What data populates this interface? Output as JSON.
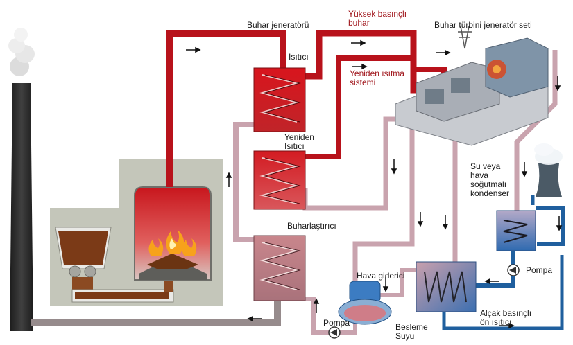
{
  "labels": {
    "steam_generator": "Buhar jeneratörü",
    "high_pressure_steam": "Yüksek basınçlı\nbuhar",
    "turbine_set": "Buhar türbini jeneratör seti",
    "heater": "Isıtıcı",
    "reheat_system": "Yeniden ısıtma\nsistemi",
    "reheater": "Yeniden\nIsıtıcı",
    "condenser": "Su veya\nhava\nsoğutmalı\nkondenser",
    "evaporator": "Buharlaştırıcı",
    "deaerator": "Hava giderici",
    "pump_right": "Pompa",
    "pump_left": "Pompa",
    "feed_water": "Besleme\nSuyu",
    "lp_preheater": "Alçak basınçlı\nön ısıtıcı"
  },
  "colors": {
    "hot_pipe": "#b8121b",
    "cool_pipe": "#c9a3ae",
    "water_pipe": "#1f5f9e",
    "chimney": "#2b2b2b",
    "building": "#c7c8bd"
  }
}
